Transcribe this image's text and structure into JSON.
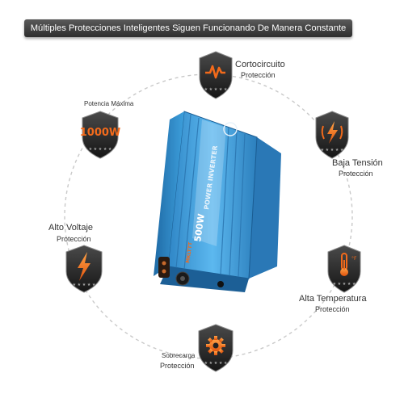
{
  "banner": {
    "title": "Múltiples Protecciones Inteligentes Siguen Funcionando De Manera Constante"
  },
  "features": {
    "short_circuit": {
      "line1": "Cortocircuito",
      "line2": "Protección",
      "icon": "pulse-wave-icon"
    },
    "max_power": {
      "line1": "Potencia Máxima",
      "badge": "1000W",
      "icon": "power-badge-icon"
    },
    "low_voltage": {
      "line1": "Baja Tensión",
      "line2": "Protección",
      "icon": "low-voltage-bolt-icon"
    },
    "high_voltage": {
      "line1": "Alto Voltaje",
      "line2": "Protección",
      "icon": "lightning-bolt-icon"
    },
    "high_temp": {
      "line1": "Alta Temperatura",
      "line2": "Protección",
      "icon": "thermometer-icon"
    },
    "overload": {
      "line1": "Sobrecarga",
      "line2": "Protección",
      "icon": "gear-icon"
    }
  },
  "product": {
    "brand": "MKLTTT",
    "model": "500W",
    "type": "POWER INVERTER"
  },
  "colors": {
    "shield_dark": "#2b2b2b",
    "accent_orange": "#f26a1b",
    "inverter_blue": "#3d9fdc",
    "banner_bg": "#3a3a3a"
  }
}
